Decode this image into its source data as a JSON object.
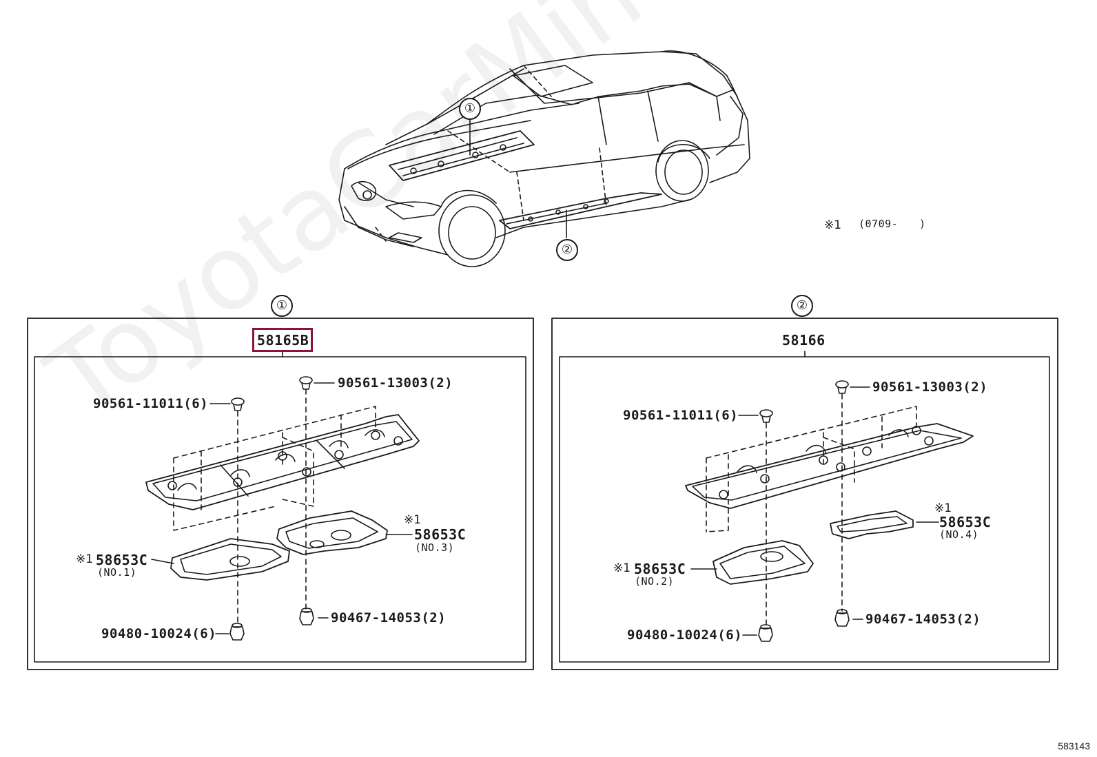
{
  "diagram_id": "583143",
  "watermark": "ToyotaCarMine.ru",
  "colors": {
    "highlight": "#8a1538",
    "line": "#1a1a1a"
  },
  "overview": {
    "callouts": [
      "①",
      "②"
    ],
    "note_mark": "※1",
    "note_text": "(0709-　　)"
  },
  "panel1": {
    "circle": "①",
    "part_number": "58165B",
    "labels": {
      "clip_top": "90561-13003(2)",
      "clip_left": "90561-11011(6)",
      "nut_bottom_left": "90480-10024(6)",
      "nut_bottom_right": "90467-14053(2)",
      "seal_a_mark": "※1",
      "seal_a_part": "58653C",
      "seal_a_no": "(NO.1)",
      "seal_b_mark": "※1",
      "seal_b_part": "58653C",
      "seal_b_no": "(NO.3)"
    }
  },
  "panel2": {
    "circle": "②",
    "part_number": "58166",
    "labels": {
      "clip_top": "90561-13003(2)",
      "clip_left": "90561-11011(6)",
      "nut_bottom_left": "90480-10024(6)",
      "nut_bottom_right": "90467-14053(2)",
      "seal_a_mark": "※1",
      "seal_a_part": "58653C",
      "seal_a_no": "(NO.2)",
      "seal_b_mark": "※1",
      "seal_b_part": "58653C",
      "seal_b_no": "(NO.4)"
    }
  }
}
